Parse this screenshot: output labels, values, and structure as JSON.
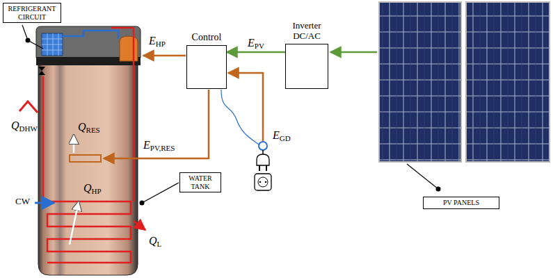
{
  "diagram": {
    "nodes": [
      {
        "text": [
          "REFRIGERANT CIRCUIT"
        ]
      },
      {
        "text": [
          "Control"
        ]
      },
      {
        "text": [
          "Inverter DC/AC"
        ]
      },
      {
        "text": [
          "WATER TANK"
        ]
      },
      {
        "text": [
          "PV PANELS"
        ]
      }
    ],
    "edges": [
      {
        "from": 2,
        "to": 1,
        "label": "EPV",
        "arrow": "to"
      }
    ],
    "labels": [
      "EHP",
      "EGD",
      "EPV,RES",
      "QDHW",
      "QRES",
      "QHP",
      "QL",
      "CW"
    ]
  }
}
